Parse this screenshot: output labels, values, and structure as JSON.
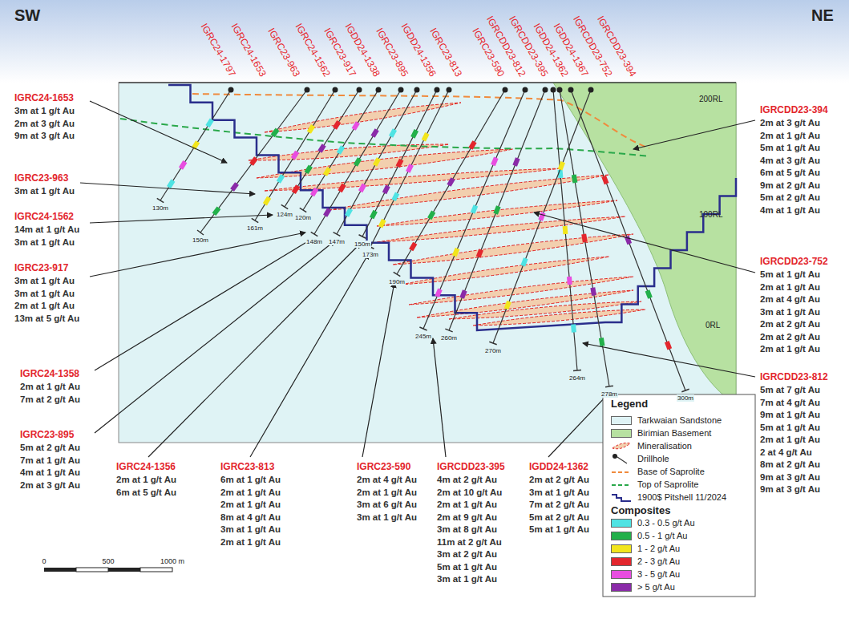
{
  "diagram": {
    "labels": [
      "SW",
      "NE",
      "IGRC24-1797",
      "IGRC24-1653",
      "IGRC23-963",
      "IGRC24-1562",
      "IGRC23-917",
      "IGDD24-1338",
      "IGRC23-895",
      "IGDD24-1356",
      "IGRC23-813",
      "IGRC23-590",
      "IGRCDD23-812",
      "IGRCDD23-395",
      "IGDD24-1362",
      "IGDD24-1367",
      "IGRCDD23-752",
      "IGRCDD23-394",
      "130m",
      "150m",
      "161m",
      "124m",
      "120m",
      "148m",
      "147m",
      "150m",
      "173m",
      "190m",
      "245m",
      "260m",
      "264m",
      "278m",
      "270m",
      "300m",
      "200RL",
      "100RL",
      "0RL",
      "IGRC24-1653",
      "3m at 1 g/t Au",
      "2m at 3 g/t Au",
      "9m at 3 g/t Au",
      "IGRC23-963",
      "3m at 1 g/t Au",
      "IGRC24-1562",
      "14m at 1 g/t Au",
      "3m at 1 g/t Au",
      "IGRC23-917",
      "3m at 1 g/t Au",
      "3m at 1 g/t Au",
      "2m at 1 g/t Au",
      "13m at 5 g/t Au",
      "IGRC24-1358",
      "2m at 1 g/t Au",
      "7m at 2 g/t Au",
      "IGRC23-895",
      "5m at 2 g/t Au",
      "7m at 1 g/t Au",
      "4m at 1 g/t Au",
      "2m at 3 g/t Au",
      "IGRC24-1356",
      "2m at 1 g/t Au",
      "6m at 5 g/t Au",
      "IGRC23-813",
      "6m at 1 g/t Au",
      "2m at 1 g/t Au",
      "2m at 1 g/t Au",
      "8m at 4 g/t Au",
      "3m at 1 g/t Au",
      "2m at 1 g/t Au",
      "IGRC23-590",
      "2m at 4 g/t Au",
      "2m at 1 g/t Au",
      "3m at 6 g/t Au",
      "3m at 1 g/t Au",
      "IGRCDD23-395",
      "4m at 2 g/t Au",
      "2m at 10 g/t Au",
      "2m at 1 g/t Au",
      "2m at 9 g/t Au",
      "3m at 8 g/t Au",
      "11m at 2 g/t Au",
      "3m at 2 g/t Au",
      "5m at 1 g/t Au",
      "3m at 1 g/t Au",
      "IGDD24-1362",
      "2m at 2 g/t Au",
      "3m at 1 g/t Au",
      "7m at 2 g/t Au",
      "5m at 2 g/t Au",
      "5m at 1 g/t Au",
      "IGRCDD23-394",
      "2m at 3 g/t Au",
      "2m at 1 g/t Au",
      "5m at 1 g/t Au",
      "4m at 3 g/t Au",
      "6m at 5 g/t Au",
      "9m at 2 g/t Au",
      "5m at 2 g/t Au",
      "4m at 1 g/t Au",
      "IGRCDD23-752",
      "5m at 1 g/t Au",
      "2m at 1 g/t Au",
      "2m at 4 g/t Au",
      "3m at 1 g/t Au",
      "2m at 2 g/t Au",
      "2m at 2 g/t Au",
      "2m at 1 g/t Au",
      "IGRCDD23-812",
      "5m at 7 g/t Au",
      "7m at 4 g/t Au",
      "9m at 1 g/t Au",
      "5m at 1 g/t Au",
      "2m at 1 g/t Au",
      "2 at 4 g/t Au",
      "8m at 2 g/t Au",
      "9m at 3 g/t Au",
      "9m at 3 g/t Au",
      "Legend",
      "Composites",
      "0",
      "500",
      "1000 m"
    ],
    "legend": [
      {
        "text": "Tarkwaian Sandstone",
        "color": "#dff3f5"
      },
      {
        "text": "Birimian Basement",
        "color": "#b7e1a1"
      },
      {
        "text": "Mineralisation"
      },
      {
        "text": "Drillhole"
      },
      {
        "text": "Base of Saprolite"
      },
      {
        "text": "Top of Saprolite"
      },
      {
        "text": "1900$ Pitshell 11/2024"
      },
      {
        "text": "0.3 - 0.5 g/t Au",
        "color": "#4fe3e3"
      },
      {
        "text": "0.5 - 1 g/t Au",
        "color": "#22b04a"
      },
      {
        "text": "1 - 2 g/t Au",
        "color": "#f2e51c"
      },
      {
        "text": "2 - 3 g/t Au",
        "color": "#e3262d"
      },
      {
        "text": "3 - 5 g/t Au",
        "color": "#e84de0"
      },
      {
        "text": "> 5 g/t Au",
        "color": "#8a2aa8"
      }
    ]
  }
}
